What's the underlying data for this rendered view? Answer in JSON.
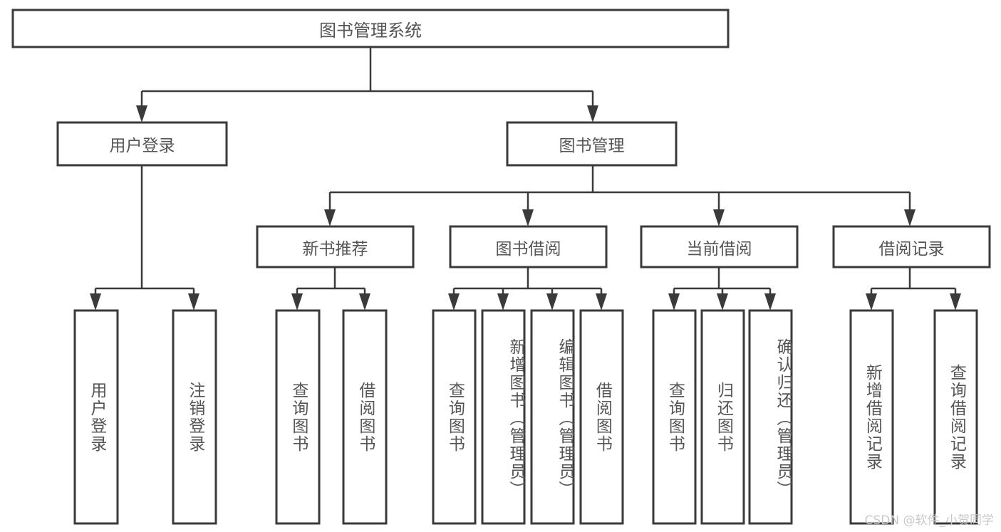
{
  "diagram": {
    "type": "tree-hierarchy-chart",
    "title": "图书管理系统",
    "theme": {
      "background": "#ffffff",
      "box_fill": "#ffffff",
      "box_stroke": "#3a3a3a",
      "connector": "#3a3a3a",
      "text": "#555555",
      "watermark": "#c9c9c9"
    },
    "root": {
      "label": "图书管理系统",
      "orientation": "horizontal"
    },
    "level1": [
      {
        "label": "用户登录",
        "orientation": "horizontal"
      },
      {
        "label": "图书管理",
        "orientation": "horizontal"
      }
    ],
    "level2": [
      {
        "label": "新书推荐",
        "orientation": "horizontal",
        "parent": "图书管理"
      },
      {
        "label": "图书借阅",
        "orientation": "horizontal",
        "parent": "图书管理"
      },
      {
        "label": "当前借阅",
        "orientation": "horizontal",
        "parent": "图书管理"
      },
      {
        "label": "借阅记录",
        "orientation": "horizontal",
        "parent": "图书管理"
      }
    ],
    "leaves": {
      "user_login": [
        {
          "label": "用户登录",
          "orientation": "vertical"
        },
        {
          "label": "注销登录",
          "orientation": "vertical"
        }
      ],
      "new_book_recommend": [
        {
          "label": "查询图书",
          "orientation": "vertical"
        },
        {
          "label": "借阅图书",
          "orientation": "vertical"
        }
      ],
      "book_borrow": [
        {
          "label": "查询图书",
          "orientation": "vertical"
        },
        {
          "label": "新增图书（管理员）",
          "orientation": "vertical"
        },
        {
          "label": "编辑图书（管理员）",
          "orientation": "vertical"
        },
        {
          "label": "借阅图书",
          "orientation": "vertical"
        }
      ],
      "current_borrow": [
        {
          "label": "查询图书",
          "orientation": "vertical"
        },
        {
          "label": "归还图书",
          "orientation": "vertical"
        },
        {
          "label": "确认归还（管理员）",
          "orientation": "vertical"
        }
      ],
      "borrow_record": [
        {
          "label": "新增借阅记录",
          "orientation": "vertical"
        },
        {
          "label": "查询借阅记录",
          "orientation": "vertical"
        }
      ]
    }
  },
  "watermark": {
    "text": "CSDN @软件_小贺同学"
  }
}
